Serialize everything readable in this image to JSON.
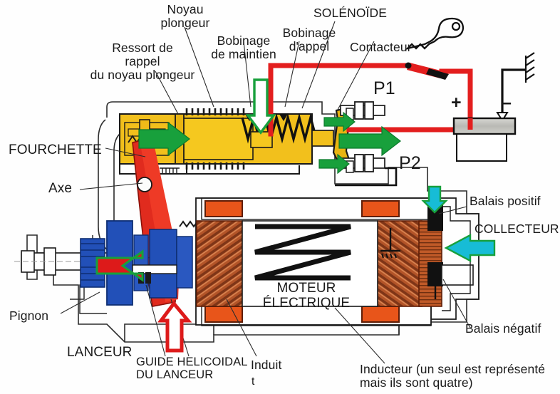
{
  "diagram": {
    "title": "Schéma de démarreur électrique automobile",
    "language": "fr"
  },
  "labels": {
    "noyau_plongeur": "Noyau\nplongeur",
    "ressort_rappel": "Ressort de\nrappel\ndu noyau plongeur",
    "bobinage_maintien": "Bobinage\nde maintien",
    "bobinage_appel": "Bobinage\nd'appel",
    "solenoide": "SOLÉNOÏDE",
    "contacteur": "Contacteur",
    "fourchette": "FOURCHETTE",
    "axe": "Axe",
    "p1": "P1",
    "p2": "P2",
    "plus": "+",
    "minus": "–",
    "balais_positif": "Balais positif",
    "collecteur": "COLLECTEUR",
    "balais_negatif": "Balais négatif",
    "moteur_electrique": "MOTEUR\nÉLECTRIQUE",
    "pignon": "Pignon",
    "lanceur": "LANCEUR",
    "guide_helicoidal": "GUIDE HELICOIDAL\nDU LANCEUR",
    "induit": "Induit",
    "induit_t": "t",
    "inducteur": "Inducteur (un seul est représenté\nmais ils sont quatre)"
  },
  "icons": {
    "key": "ignition-key-icon",
    "ground": "ground-hatch-icon",
    "battery": "battery-icon"
  },
  "colors": {
    "solenoid_yellow": "#F2C01C",
    "fork_red": "#E02B1E",
    "launcher_blue": "#2250B8",
    "winding_copper": "#B35428",
    "inductor_orange": "#E8551A",
    "wire_red": "#E31E1E",
    "arrow_green": "#18A03C",
    "arrow_cyan": "#17BCD6",
    "arrow_red": "#DD1A1A",
    "outline_black": "#1a1a1a",
    "battery_grey": "#BEBEBA"
  },
  "arrows": [
    {
      "name": "green-arrow-solenoid-core",
      "direction": "right",
      "color": "#18A03C"
    },
    {
      "name": "green-arrow-contact-upper",
      "direction": "right",
      "color": "#18A03C"
    },
    {
      "name": "green-arrow-contact-main",
      "direction": "right",
      "color": "#18A03C"
    },
    {
      "name": "green-arrow-contact-lower",
      "direction": "right",
      "color": "#18A03C"
    },
    {
      "name": "green-outline-arrow-pull-in-winding",
      "direction": "down",
      "color": "#18A03C"
    },
    {
      "name": "red-outline-arrow-helical-guide",
      "direction": "up",
      "color": "#DD1A1A"
    },
    {
      "name": "red-arrow-pinion-engage",
      "direction": "left",
      "color": "#DD1A1A"
    },
    {
      "name": "cyan-arrow-positive-brush",
      "direction": "down",
      "color": "#17BCD6"
    },
    {
      "name": "cyan-arrow-collector",
      "direction": "left",
      "color": "#17BCD6"
    }
  ]
}
